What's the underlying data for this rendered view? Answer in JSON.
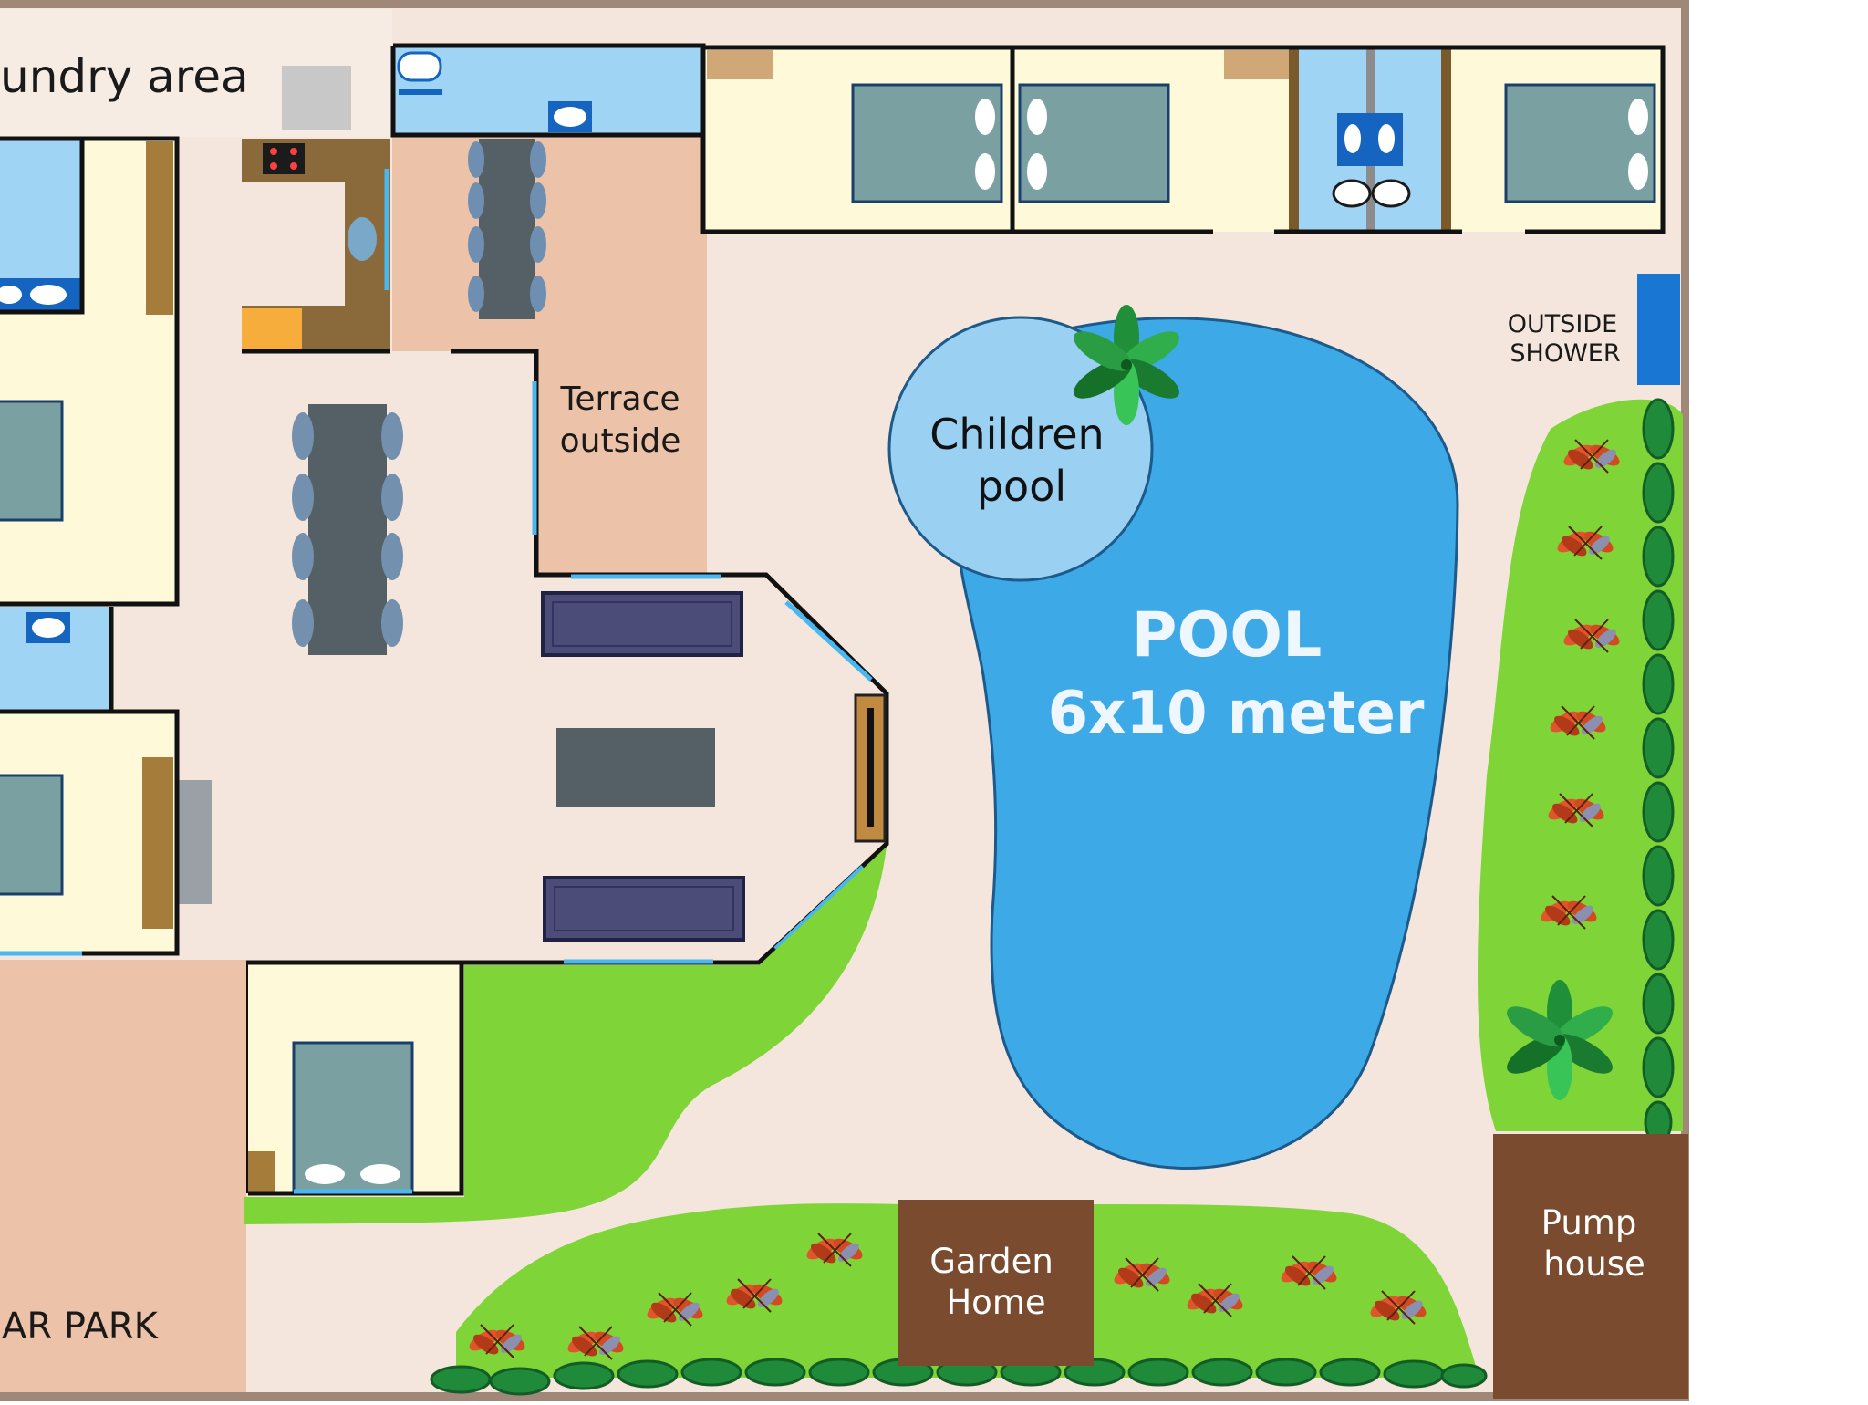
{
  "labels": {
    "laundry": "undry area",
    "terrace": [
      "Terrace",
      "outside"
    ],
    "children_pool": [
      "Children",
      "pool"
    ],
    "pool_title": "POOL",
    "pool_size": "6x10 meter",
    "outside_shower": [
      "OUTSIDE",
      "SHOWER"
    ],
    "pump_house": [
      "Pump",
      "house"
    ],
    "garden_home": [
      "Garden",
      "Home"
    ],
    "car_park": "AR PARK"
  },
  "colors": {
    "ground": "#f4e6dc",
    "room": "#fdf9d9",
    "bathroom": "#9fd4f5",
    "terrace": "#ecc3a8",
    "pool": "#3da9e6",
    "children_pool": "#9ad0f2",
    "lawn": "#7fd437",
    "hut": "#7a4b2e",
    "shower": "#1976d2",
    "bed": "#7aa0a1",
    "table": "#555f66",
    "sofa": "#4b4d78",
    "wall": "#111111",
    "frame": "#a08878"
  },
  "icons": [
    "palm-tree-icon",
    "flower-icon",
    "hedge-shrub-icon",
    "bed-icon",
    "sink-icon",
    "toilet-icon",
    "stove-icon",
    "table-icon",
    "chair-icon",
    "sofa-icon",
    "wardrobe-icon"
  ]
}
